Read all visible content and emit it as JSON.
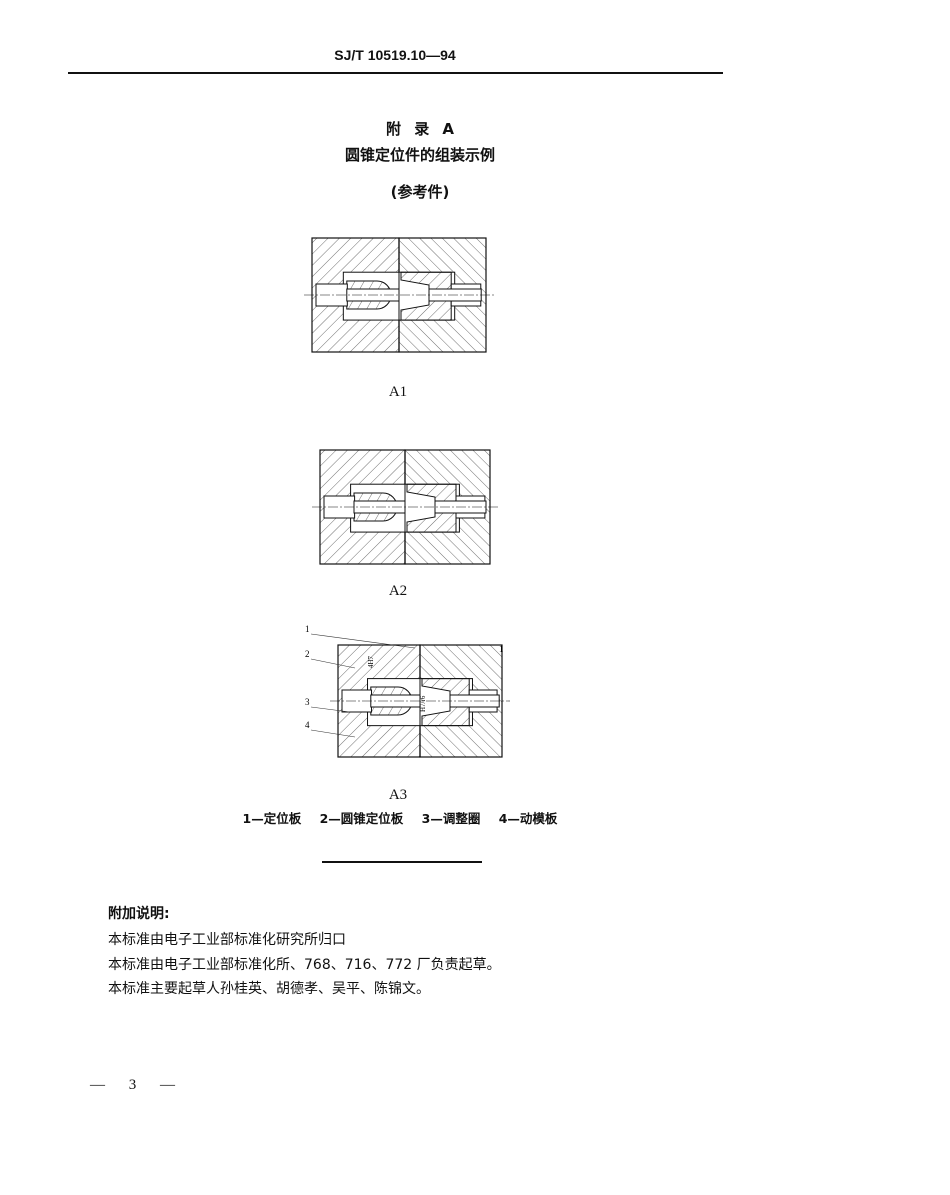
{
  "header": {
    "code": "SJ/T 10519.10—94"
  },
  "appendix": {
    "label": "附 录 A",
    "title": "圆锥定位件的组装示例",
    "subtitle": "(参考件)"
  },
  "figures": [
    {
      "caption": "A1"
    },
    {
      "caption": "A2"
    },
    {
      "caption": "A3",
      "callouts": [
        "1",
        "2",
        "3",
        "4",
        "1"
      ],
      "annotations": [
        "4H7",
        "H7/r6"
      ]
    }
  ],
  "legend": [
    "1—定位板",
    "2—圆锥定位板",
    "3—调整圈",
    "4—动模板"
  ],
  "notes": {
    "heading": "附加说明:",
    "lines": [
      "本标准由电子工业部标准化研究所归口",
      "本标准由电子工业部标准化所、768、716、772 厂负责起草。",
      "本标准主要起草人孙桂英、胡德孝、吴平、陈锦文。"
    ]
  },
  "page_number": "— 3 —"
}
